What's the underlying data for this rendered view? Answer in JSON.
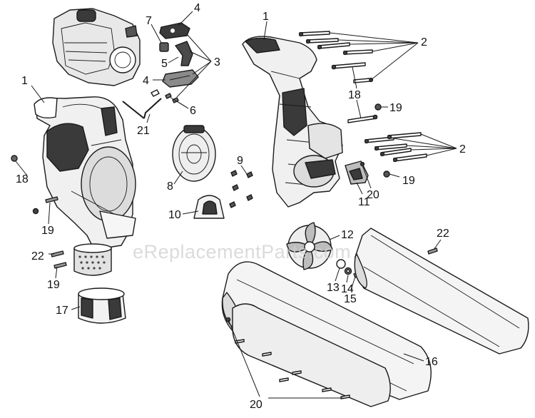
{
  "watermark": "eReplacementParts.com",
  "colors": {
    "line": "#1a1a1a",
    "dark": "#3a3a3a",
    "light": "#e6e6e6",
    "mid": "#bdbdbd",
    "watermark": "#cfcfcf"
  },
  "callouts": {
    "n1_left": "1",
    "n1_right": "1",
    "n2_top": "2",
    "n2_mid": "2",
    "n3": "3",
    "n4_top": "4",
    "n4_mid": "4",
    "n5": "5",
    "n6": "6",
    "n7": "7",
    "n8": "8",
    "n9": "9",
    "n10": "10",
    "n11": "11",
    "n12": "12",
    "n13": "13",
    "n14": "14",
    "n15": "15",
    "n16": "16",
    "n17": "17",
    "n18_left": "18",
    "n18_right": "18",
    "n19_left_a": "19",
    "n19_left_b": "19",
    "n19_right_a": "19",
    "n19_right_b": "19",
    "n20_bottom": "20",
    "n20_mid": "20",
    "n21": "21",
    "n22_left": "22",
    "n22_right": "22"
  }
}
